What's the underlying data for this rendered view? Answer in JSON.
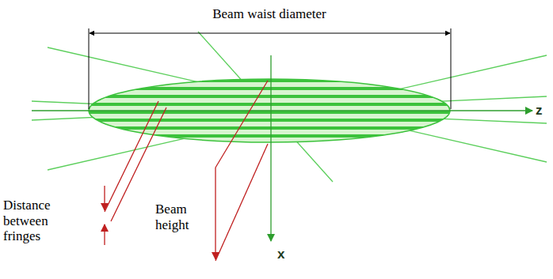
{
  "diagram": {
    "labels": [
      "Beam waist diameter",
      "z",
      "x",
      "Distance between fringes",
      "Beam height"
    ]
  }
}
